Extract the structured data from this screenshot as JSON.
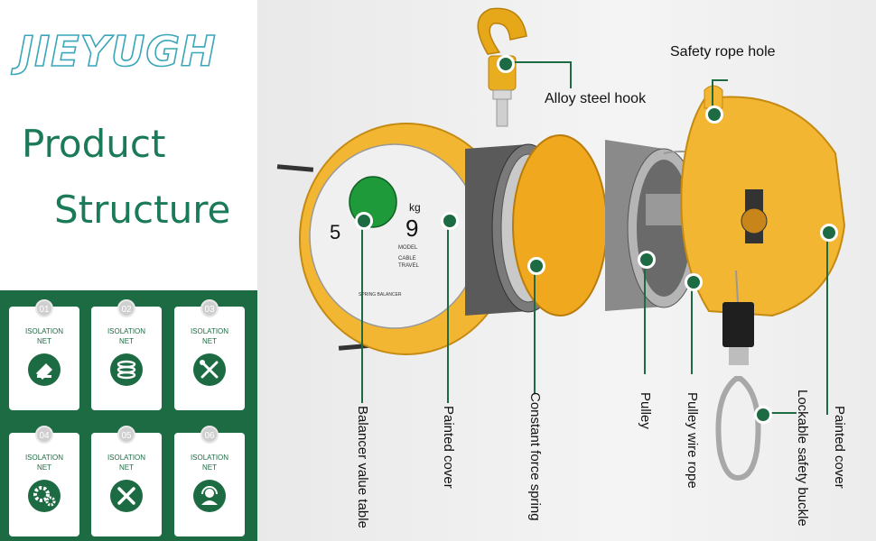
{
  "brand": "JIEYUGH",
  "heading": {
    "line1": "Product",
    "line2": "Structure"
  },
  "cards": [
    {
      "num": "01",
      "line1": "ISOLATION",
      "line2": "NET",
      "icon": "tools-stack-icon"
    },
    {
      "num": "02",
      "line1": "ISOLATION",
      "line2": "NET",
      "icon": "coil-spring-icon"
    },
    {
      "num": "03",
      "line1": "ISOLATION",
      "line2": "NET",
      "icon": "wrench-screwdriver-icon"
    },
    {
      "num": "04",
      "line1": "ISOLATION",
      "line2": "NET",
      "icon": "gears-icon"
    },
    {
      "num": "05",
      "line1": "ISOLATION",
      "line2": "NET",
      "icon": "ruler-pencil-icon"
    },
    {
      "num": "06",
      "line1": "ISOLATION",
      "line2": "NET",
      "icon": "headset-support-icon"
    }
  ],
  "device": {
    "dial_left": "5",
    "dial_right": "9",
    "dial_unit": "kg",
    "dial_model": "MODEL",
    "dial_cable": "CABLE",
    "dial_travel": "TRAVEL",
    "dial_bottom": "SPRING BALANCER"
  },
  "labels": {
    "alloy_steel_hook": "Alloy steel hook",
    "safety_rope_hole": "Safety rope hole",
    "balancer_value_table": "Balancer value table",
    "painted_cover_left": "Painted cover",
    "constant_force_spring": "Constant force spring",
    "pulley": "Pulley",
    "pulley_wire_rope": "Pulley wire rope",
    "lockable_safety_buckle": "Lockable safety buckle",
    "painted_cover_right": "Painted cover"
  },
  "colors": {
    "accent_green": "#1d6b42",
    "body_yellow": "#f2b632",
    "brand_outline": "#3aa6b9"
  }
}
